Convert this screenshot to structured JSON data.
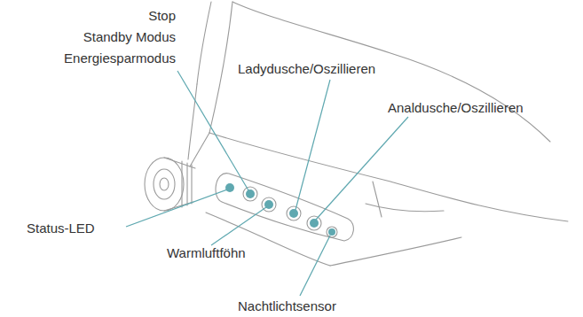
{
  "diagram": {
    "labels": [
      "Stop",
      "Standby Modus",
      "Energiesparmodus",
      "Ladydusche/Oszillieren",
      "Analdusche/Oszillieren",
      "Status-LED",
      "Warmluftföhn",
      "Nachtlichtsensor"
    ]
  }
}
